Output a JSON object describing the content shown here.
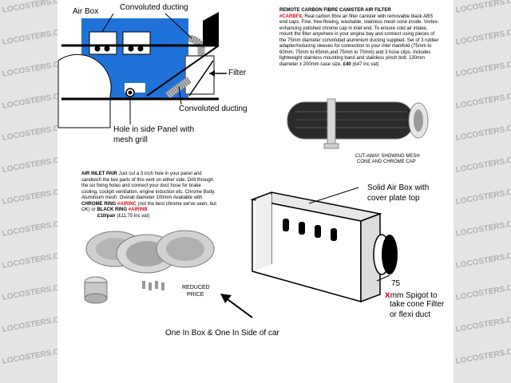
{
  "watermark": {
    "text": "LOCOSTERS.CO.UK",
    "color": "#b0b0b0"
  },
  "diagram_top": {
    "label_air_box": "Air Box",
    "label_convoluted_top": "Convoluted ducting",
    "label_filter": "Filter",
    "label_convoluted_bottom": "Convoluted ducting",
    "label_hole": "Hole in side Panel with",
    "label_hole_2": "mesh grill",
    "box_color": "#1f72d8"
  },
  "carbon_ad": {
    "title": "REMOTE CARBON FIBRE CANISTER AIR FILTER",
    "code": "#CARBFIL",
    "body": "Real carbon fibre air filter canister with removable black ABS end caps. Fine, free-flowing, washable, stainless mesh cone inside. Vortex-enhancing polished chrome cap in inlet end. To ensure cold air intake, mount the filter anywhere in your engine bay and connect using pieces of the 75mm diameter convoluted aluminium ducting supplied. Set of 3 rubber adapter/reducing sleeves for connection to your inlet manifold (75mm to 60mm, 75mm to 65mm,and 75mm to 70mm) and 3 hose clips. Includes lightweight stainless mounting band and stainless pinch bolt. 130mm diameter x 200mm case size.",
    "price": "£40",
    "price_note": "(£47 inc vat)",
    "caption_1": "CUT-AWAY SHOWING MESH",
    "caption_2": "CONE AND CHROME CAP"
  },
  "inlet_ad": {
    "title": "AIR INLET PAIR",
    "body_1": "Just cut a 3 inch hole in your panel and sandwich the two parts of this vent on either side. Drill through the six fixing holes and connect your duct hose for brake cooling, cockpit ventilation, engine induction etc. Chrome Body. Aluminium mesh. Overall diameter 100mm Available with",
    "chrome_label": "CHROME RING",
    "chrome_code": "#AIRINC",
    "body_2": "(not the best chrome we've seen, but OK) or",
    "black_label": "BLACK RING",
    "black_code": "#AIRINB",
    "price": "£10/pair",
    "price_note": "(£11.75 inc vat)",
    "reduced_1": "REDUCED",
    "reduced_2": "PRICE"
  },
  "diagram_bottom": {
    "label_solid_box_1": "Solid Air Box with",
    "label_solid_box_2": "cover plate top",
    "label_75": "75",
    "label_spigot_1": "mm Spigot to",
    "label_spigot_prefix": "x",
    "label_spigot_2": "take cone Filter",
    "label_spigot_3": "or flexi duct",
    "label_one_in_box": "One In Box & One In Side of car"
  }
}
